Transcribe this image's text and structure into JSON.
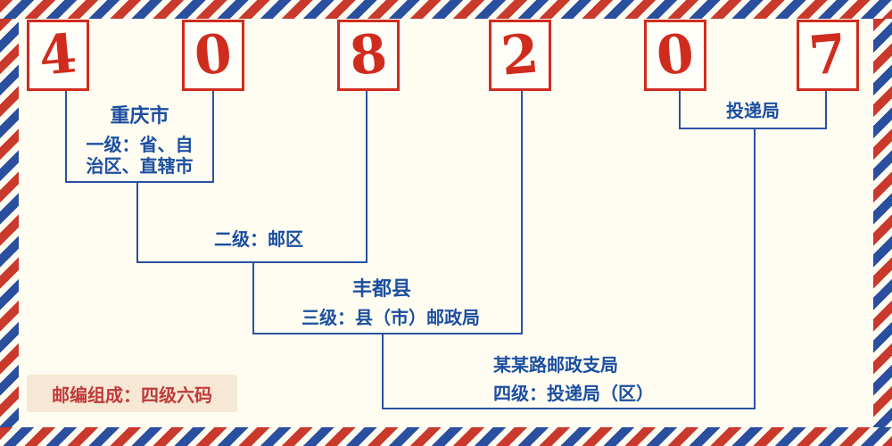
{
  "postal_code": {
    "digits": [
      "4",
      "0",
      "8",
      "2",
      "0",
      "7"
    ]
  },
  "labels": {
    "level1_place": "重庆市",
    "level1_desc_line1": "一级：省、自",
    "level1_desc_line2": "治区、直辖市",
    "level2_desc": "二级：邮区",
    "level3_place": "丰都县",
    "level3_desc": "三级：县（市）邮政局",
    "level4_place": "某某路邮政支局",
    "level4_desc": "四级：投递局（区）",
    "delivery_label": "投递局"
  },
  "footer": {
    "note": "邮编组成：四级六码"
  },
  "colors": {
    "stripe_red": "#c9392c",
    "stripe_blue": "#2a4f9f",
    "digit_red": "#d02c1e",
    "label_blue": "#1c4fa0",
    "note_red": "#c03a3a",
    "note_bg": "#f6e8d4",
    "background": "#fffdf2"
  }
}
